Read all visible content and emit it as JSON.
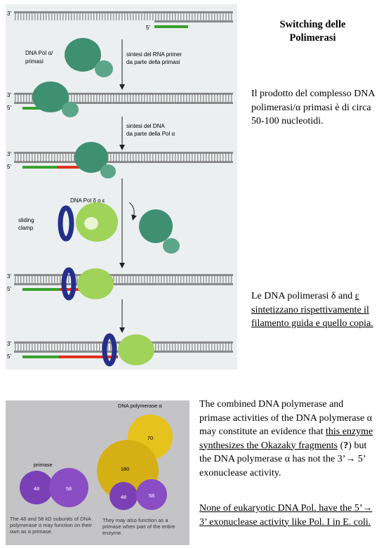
{
  "slide": {
    "title_line1": "Switching delle",
    "title_line2": "Polimerasi",
    "para1": {
      "prefix": "Il prodotto del complesso DNA polimerasi/",
      "alpha": "α",
      "suffix": " primasi è di circa 50-100 nucleotidi."
    },
    "para2": {
      "prefix": "Le DNA polimerasi ",
      "delta": "δ",
      "mid": " and ",
      "epsilon": "ε",
      "suffix": " sintetizzano rispettivamente il filamento guida e quello copia."
    },
    "para3": {
      "a": "The combined DNA polymerase and primase activities of the DNA polymerase ",
      "alpha1": "α",
      "b": " may constitute an evidence that ",
      "underlined": "this enzyme synthesizes the Okazaky fragments",
      "c": " (",
      "q": "?",
      "d": ") but the DNA polymerase ",
      "alpha2": "α",
      "e": " has not  the 3’",
      "arrow": "→",
      "f": " 5’ exonuclease activity."
    },
    "para4": {
      "a": "None of eukaryotic DNA Pol. have the 5’",
      "arrow": "→",
      "b": " 3’ exonuclease activity like Pol. I in E. coli."
    }
  },
  "diagram_top": {
    "label_pol_alpha": "DNA Pol α/",
    "label_primasi": "primasi",
    "step1_line1": "sintesi del RNA primer",
    "step1_line2": "da parte della primasi",
    "step2_line1": "sintesi del DNA",
    "step2_line2": "da parte della Pol α",
    "label_pol_delta": "DNA Pol δ o ε",
    "label_clamp1": "sliding",
    "label_clamp2": "clamp",
    "end3": "3'",
    "end5": "5'"
  },
  "diagram_bottom": {
    "label_pol_alpha": "DNA polymerase α",
    "label_primase": "primase",
    "sub_70": "70",
    "sub_180": "180",
    "sub_48a": "48",
    "sub_58a": "58",
    "sub_48b": "48",
    "sub_58b": "58",
    "caption_left": "The 48 and 58 kD subunits of DNA polymerase α may function on their own as a primase.",
    "caption_right": "They may also function as a primase when part of the entire enzyme."
  },
  "colors": {
    "strand": "#8a8a8a",
    "primer_green": "#3aa12f",
    "new_red": "#e0301e",
    "pol_alpha_teal": "#3f8f73",
    "pol_delta_green": "#9fd35a",
    "clamp_blue": "#232f8a",
    "subunit_yellow": "#e6c21d",
    "subunit_purple": "#7b3fb6"
  }
}
